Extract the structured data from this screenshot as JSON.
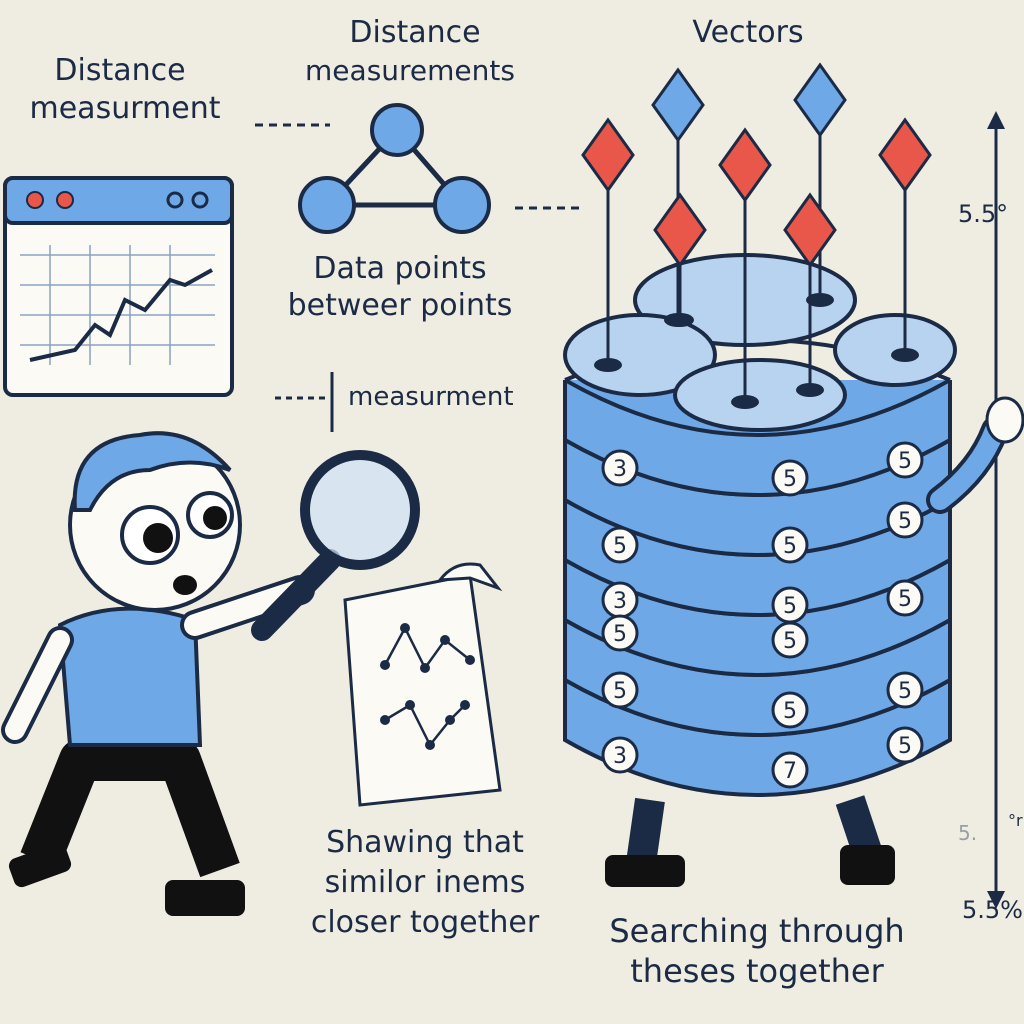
{
  "labels": {
    "distance_measurement": [
      "Distance",
      "measurment"
    ],
    "distance_measurements": [
      "Distance",
      "measurements"
    ],
    "vectors": "Vectors",
    "data_points": [
      "Data points",
      "betweer points"
    ],
    "measurement": "measurment",
    "angle_top": "5.5°",
    "angle_mid": "5.",
    "angle_mid_suffix": "°r",
    "angle_bottom": "5.5%",
    "showing": [
      "Shawing that",
      "similor inems",
      "closer together"
    ],
    "searching": [
      "Searching through",
      "theses together"
    ]
  },
  "database_badges": {
    "left": [
      "3",
      "5",
      "3",
      "5",
      "5",
      "3"
    ],
    "middle": [
      "5",
      "5",
      "5",
      "5",
      "5",
      "7"
    ],
    "right": [
      "5",
      "5",
      "5",
      "5",
      "5"
    ]
  },
  "colors": {
    "background": "#efece2",
    "blue": "#6fa8e6",
    "dark": "#1c2b45",
    "red": "#e8574a"
  }
}
